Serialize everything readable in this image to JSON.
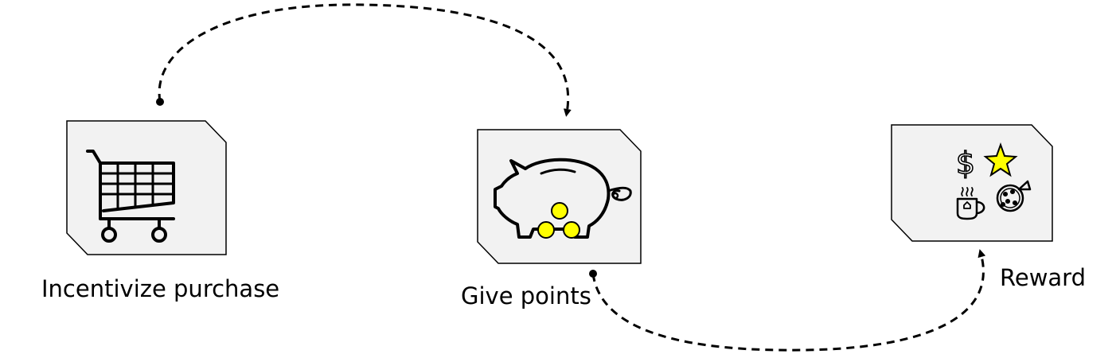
{
  "steps": [
    {
      "label": "Incentivize purchase",
      "icon": "shopping-cart-icon"
    },
    {
      "label": "Give points",
      "icon": "piggy-bank-icon"
    },
    {
      "label": "Reward",
      "icon": "rewards-icon"
    }
  ],
  "rewards": {
    "dollar_symbol": "$",
    "icons": [
      "dollar-icon",
      "star-icon",
      "coffee-cup-icon",
      "pizza-icon"
    ]
  },
  "colors": {
    "card_fill": "#f2f2f2",
    "stroke": "#000000",
    "accent_yellow": "#ffff00"
  }
}
